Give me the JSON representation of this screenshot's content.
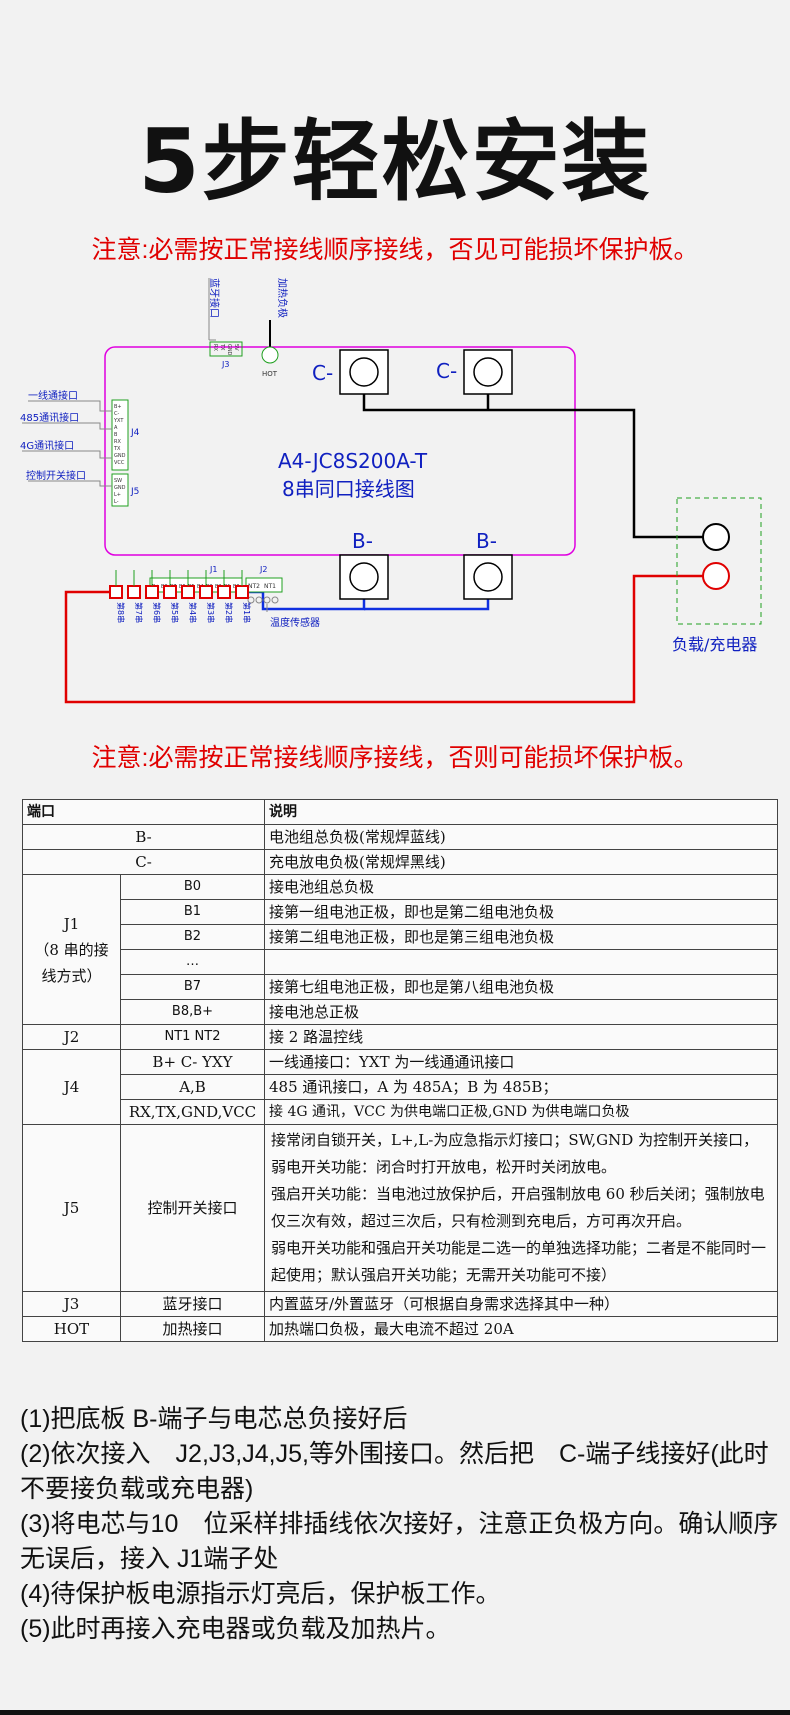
{
  "title": "5步轻松安装",
  "notice_top": "注意:必需按正常接线顺序接线，否见可能损坏保护板。",
  "notice_bottom": "注意:必需按正常接线顺序接线，否则可能损坏保护板。",
  "diagram": {
    "board_model": "A4-JC8S200A-T",
    "board_subtitle": "8串同口接线图",
    "c_minus": "C-",
    "b_minus": "B-",
    "label_bluetooth": "蓝牙接口",
    "label_heater": "加热负极",
    "hot": "HOT",
    "j3": "J3",
    "j3_pins": [
      "RX",
      "TX",
      "GND",
      "5V"
    ],
    "j4": "J4",
    "j4_pins": [
      "B+",
      "C-",
      "YXT",
      "A",
      "B",
      "RX",
      "TX",
      "GND",
      "VCC"
    ],
    "j5": "J5",
    "j5_pins": [
      "SW",
      "GND",
      "L+",
      "L-"
    ],
    "left_labels": [
      "一线通接口",
      "485通讯接口",
      "4G通讯接口",
      "控制开关接口"
    ],
    "j1": "J1",
    "j2": "J2",
    "j1_pins": [
      "B+",
      "B8",
      "B7",
      "B6",
      "B5",
      "B4",
      "B3",
      "B2",
      "B1",
      "B0"
    ],
    "j2_pins": [
      "NT2",
      "NT1"
    ],
    "temp_sensor": "温度传感器",
    "cells": [
      "第8串",
      "第7串",
      "第6串",
      "第5串",
      "第4串",
      "第3串",
      "第2串",
      "第1串"
    ],
    "load_label": "负载/充电器"
  },
  "table": {
    "header": [
      "端口",
      "说明"
    ],
    "b_minus": {
      "port": "B-",
      "desc": "电池组总负极(常规焊蓝线)"
    },
    "c_minus": {
      "port": "C-",
      "desc": "充电放电负极(常规焊黑线)"
    },
    "j1": {
      "name": "J1",
      "note": "（8 串的接线方式）",
      "rows": [
        {
          "pin": "B0",
          "desc": "接电池组总负极"
        },
        {
          "pin": "B1",
          "desc": "接第一组电池正极，即也是第二组电池负极"
        },
        {
          "pin": "B2",
          "desc": "接第二组电池正极，即也是第三组电池负极"
        },
        {
          "pin": "…",
          "desc": ""
        },
        {
          "pin": "B7",
          "desc": "接第七组电池正极，即也是第八组电池负极"
        },
        {
          "pin": "B8,B+",
          "desc": "接电池总正极"
        }
      ]
    },
    "j2": {
      "name": "J2",
      "pin": "NT1 NT2",
      "desc": "接 2 路温控线"
    },
    "j4": {
      "name": "J4",
      "rows": [
        {
          "pin": "B+ C- YXY",
          "desc": "一线通接口：YXT 为一线通通讯接口"
        },
        {
          "pin": "A,B",
          "desc": "485 通讯接口，A 为 485A；B 为 485B；"
        },
        {
          "pin": "RX,TX,GND,VCC",
          "desc": "接 4G 通讯，VCC 为供电端口正极,GND 为供电端口负极"
        }
      ]
    },
    "j5": {
      "name": "J5",
      "pin": "控制开关接口",
      "desc": [
        "接常闭自锁开关，L+,L-为应急指示灯接口；SW,GND 为控制开关接口，弱电开关功能：闭合时打开放电，松开时关闭放电。",
        "强启开关功能：当电池过放保护后，开启强制放电 60 秒后关闭；强制放电仅三次有效，超过三次后，只有检测到充电后，方可再次开启。",
        "弱电开关功能和强启开关功能是二选一的单独选择功能；二者是不能同时一起使用；默认强启开关功能；无需开关功能可不接）"
      ]
    },
    "j3": {
      "name": "J3",
      "pin": "蓝牙接口",
      "desc": "内置蓝牙/外置蓝牙（可根据自身需求选择其中一种）"
    },
    "hot": {
      "name": "HOT",
      "pin": "加热接口",
      "desc": "加热端口负极，最大电流不超过 20A"
    }
  },
  "steps": [
    "(1)把底板 B-端子与电芯总负接好后",
    "(2)依次接入　J2,J3,J4,J5,等外围接口。然后把　C-端子线接好(此时不要接负载或充电器)",
    "(3)将电芯与10　位采样排插线依次接好，注意正负极方向。确认顺序无误后，接入 J1端子处",
    "(4)待保护板电源指示灯亮后，保护板工作。",
    "(5)此时再接入充电器或负载及加热片。"
  ],
  "colors": {
    "notice": "#e00000",
    "board_outline": "#e000e0",
    "pcb_text": "#1020c0",
    "wire_blue": "#1030e0",
    "wire_red": "#e00000",
    "wire_black": "#000000",
    "pin_green": "#20a020"
  }
}
